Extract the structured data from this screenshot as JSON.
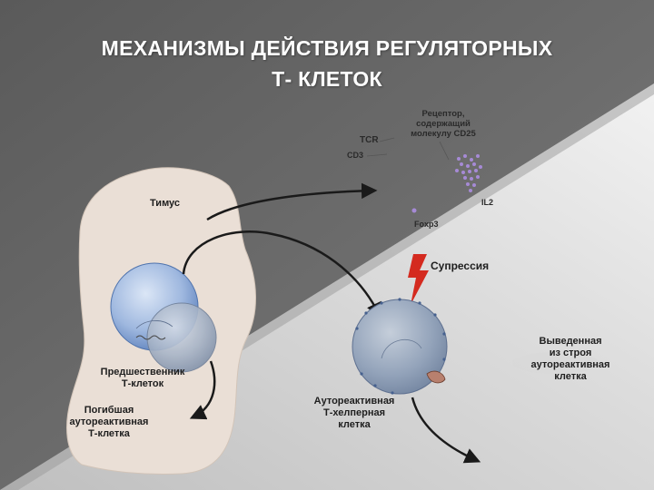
{
  "slide": {
    "title_line_1": "МЕХАНИЗМЫ ДЕЙСТВИЯ РЕГУЛЯТОРНЫХ",
    "title_line_2": "Т- КЛЕТОК"
  },
  "diagram": {
    "thymus_label": "Тимус",
    "precursor_label": [
      "Предшественник",
      "Т-клеток"
    ],
    "dead_cell_label": [
      "Погибшая",
      "аутореактивная",
      "Т-клетка"
    ],
    "receptor_label": [
      "Рецептор,",
      "содержащий",
      "молекулу CD25"
    ],
    "tcr_label": "TCR",
    "cd3_label": "CD3",
    "il2_label": "IL2",
    "foxp3_label": "Foxp3",
    "suppression_label": "Супрессия",
    "helper_label": [
      "Аутореактивная",
      "Т-хелперная",
      "клетка"
    ],
    "removed_label": [
      "Выведенная",
      "из строя",
      "аутореактивная",
      "клетка"
    ]
  },
  "colors": {
    "background": "#6d6d6d",
    "thymus_fill": "#eadfd6",
    "cell_blue": "#6f93c8",
    "helper_cell": "#7f93b0",
    "lightning": "#d42a1f",
    "il2_dots": "#a68ad6"
  }
}
